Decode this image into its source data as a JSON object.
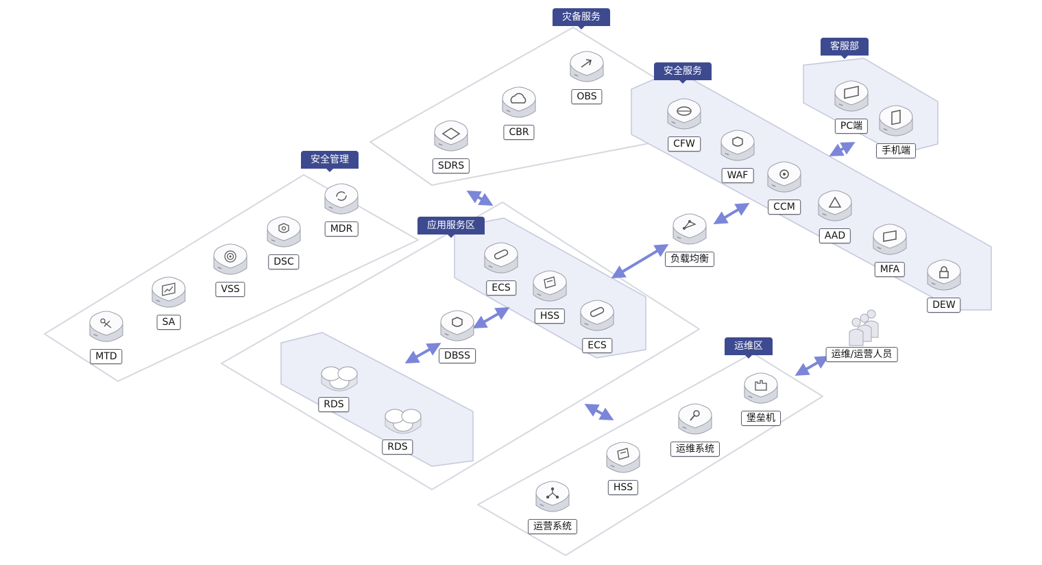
{
  "zones": {
    "disaster_recovery": "灾备服务",
    "security_service": "安全服务",
    "customer_service": "客服部",
    "security_management": "安全管理",
    "application_service": "应用服务区",
    "operations": "运维区"
  },
  "nodes": {
    "obs": "OBS",
    "cbr": "CBR",
    "sdrs": "SDRS",
    "cfw": "CFW",
    "waf": "WAF",
    "ccm": "CCM",
    "aad": "AAD",
    "mfa": "MFA",
    "dew": "DEW",
    "pc": "PC端",
    "mobile": "手机端",
    "mdr": "MDR",
    "dsc": "DSC",
    "vss": "VSS",
    "sa": "SA",
    "mtd": "MTD",
    "ecs_1": "ECS",
    "hss_app": "HSS",
    "ecs_2": "ECS",
    "dbss": "DBSS",
    "rds_1": "RDS",
    "rds_2": "RDS",
    "load_balancer": "负载均衡",
    "ops_personnel": "运维/运营人员",
    "bastion": "堡垒机",
    "ops_system": "运维系统",
    "hss_ops": "HSS",
    "operation_system": "运营系统"
  },
  "colors": {
    "tag": "#3d4a8f",
    "arrow": "#7b86d9",
    "outline": "#d6d8e0",
    "inner_fill": "#eceef8"
  },
  "icons": {
    "obs": "upload-arrow-icon",
    "cbr": "cloud-icon",
    "sdrs": "cross-arrows-icon",
    "cfw": "firewall-icon",
    "waf": "shield-icon",
    "ccm": "certificate-icon",
    "aad": "triangle-icon",
    "mfa": "id-card-icon",
    "dew": "lock-icon",
    "pc": "monitor-icon",
    "mobile": "phone-icon",
    "mdr": "refresh-icon",
    "dsc": "eye-shield-icon",
    "vss": "target-icon",
    "sa": "chart-icon",
    "mtd": "scissors-icon",
    "ecs": "server-icon",
    "hss": "document-icon",
    "dbss": "database-shield-icon",
    "rds": "database-cluster-icon",
    "load_balancer": "network-node-icon",
    "bastion": "castle-icon",
    "ops_system": "wrench-icon",
    "operation_system": "share-icon",
    "ops_personnel": "users-icon"
  }
}
